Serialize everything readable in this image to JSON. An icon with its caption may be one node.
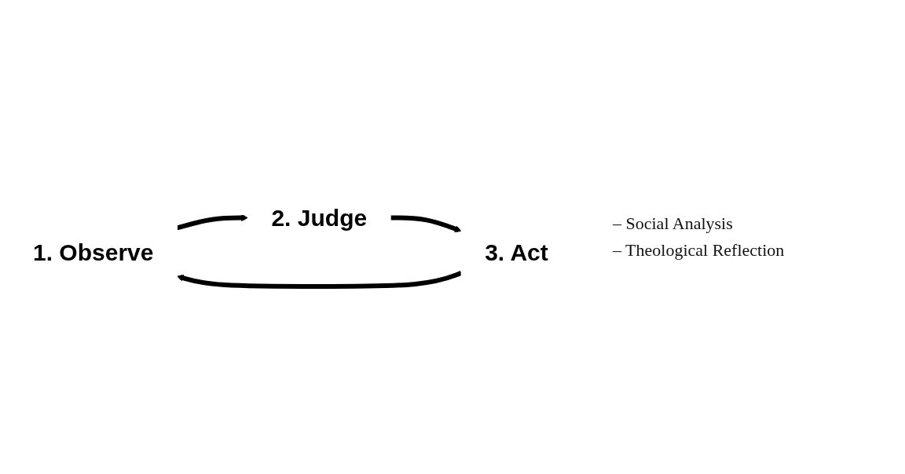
{
  "diagram": {
    "nodes": [
      {
        "text": [
          "1. Observe"
        ]
      },
      {
        "text": [
          "2. Judge"
        ]
      },
      {
        "text": [
          "3. Act"
        ]
      }
    ],
    "edges": [
      {
        "from": 0,
        "to": 1,
        "arrow": "to"
      },
      {
        "from": 1,
        "to": 2,
        "arrow": "to"
      },
      {
        "from": 2,
        "to": 0,
        "arrow": "to"
      }
    ],
    "labels": [
      "– Social Analysis",
      "– Theological Reflection"
    ]
  }
}
